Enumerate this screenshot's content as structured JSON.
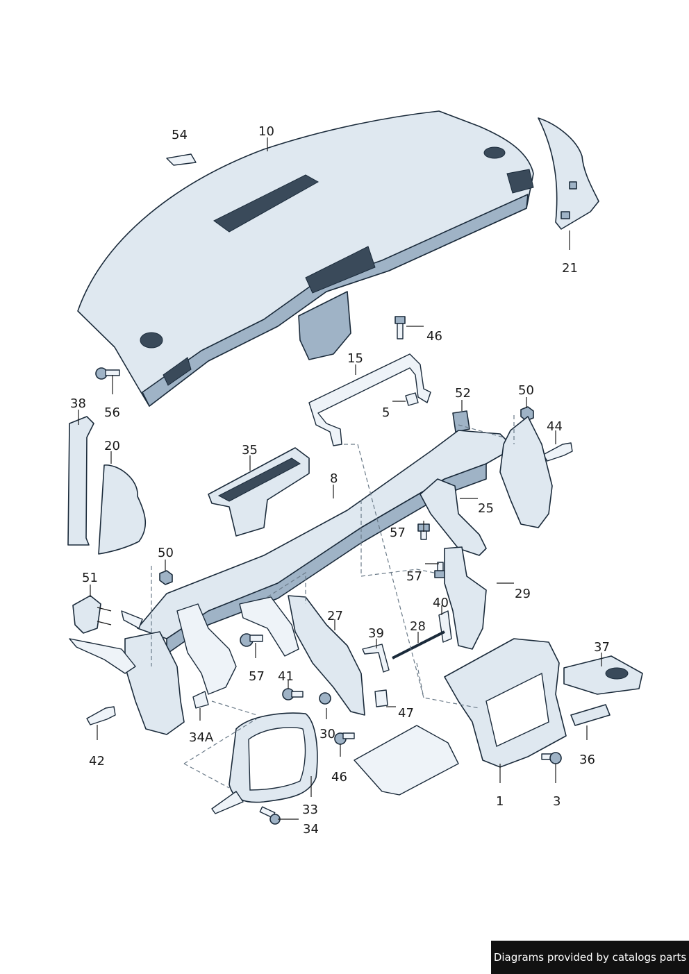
{
  "callouts": {
    "c54": "54",
    "c10": "10",
    "c21": "21",
    "c46a": "46",
    "c15": "15",
    "c56": "56",
    "c5": "5",
    "c52": "52",
    "c50a": "50",
    "c44": "44",
    "c38": "38",
    "c20": "20",
    "c35": "35",
    "c8": "8",
    "c25": "25",
    "c57a": "57",
    "c57b": "57",
    "c50b": "50",
    "c51": "51",
    "c29": "29",
    "c40": "40",
    "c27": "27",
    "c28": "28",
    "c39": "39",
    "c37": "37",
    "c57c": "57",
    "c41": "41",
    "c47": "47",
    "c34A": "34A",
    "c42": "42",
    "c30": "30",
    "c36": "36",
    "c46b": "46",
    "c1": "1",
    "c3": "3",
    "c33": "33",
    "c34": "34"
  },
  "credit": "Diagrams provided by catalogs parts"
}
